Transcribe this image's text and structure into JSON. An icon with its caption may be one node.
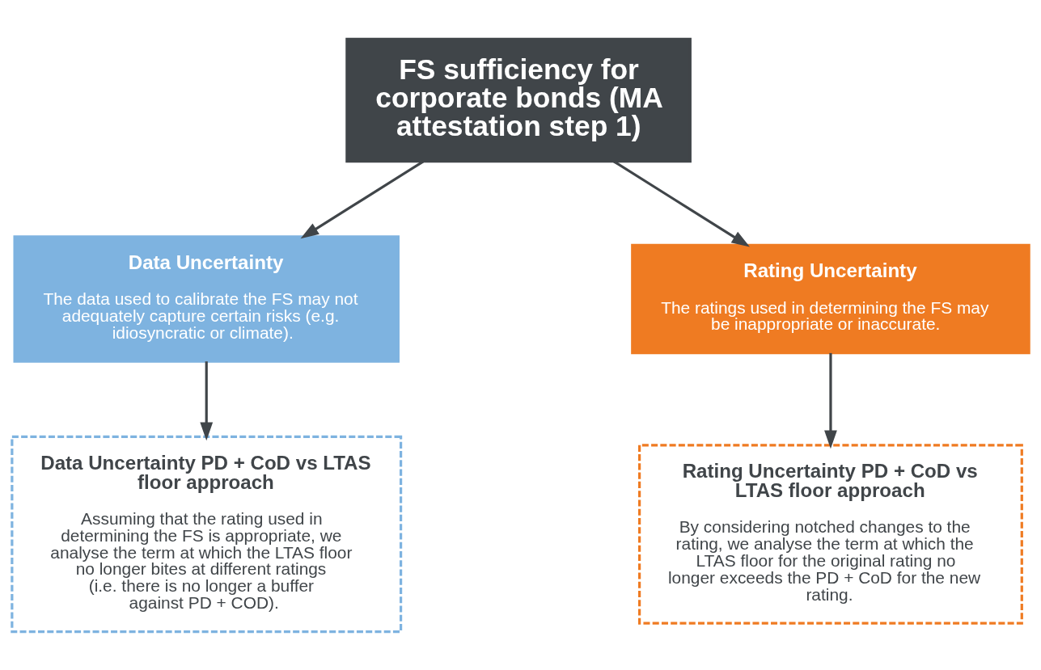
{
  "diagram": {
    "nodes": [
      {
        "text": [
          "FS sufficiency for corporate bonds (MA attestation step 1)"
        ]
      },
      {
        "text": [
          "Data Uncertainty",
          "The data used to calibrate the FS may not adequately capture certain risks (e.g. idiosyncratic or climate)."
        ]
      },
      {
        "text": [
          "Rating Uncertainty",
          "The ratings used in determining the FS may be inappropriate or inaccurate."
        ]
      },
      {
        "text": [
          "Data Uncertainty PD + CoD vs LTAS floor approach",
          "Assuming that the rating used in determining the FS is appropriate, we analyse the term at which the LTAS floor no longer bites at different ratings (i.e. there is no longer a buffer against PD + COD)."
        ]
      },
      {
        "text": [
          "Rating Uncertainty PD + CoD vs LTAS floor approach",
          "By considering notched changes to the rating, we analyse the term at which the LTAS floor for the original rating no longer exceeds the PD + CoD for the new rating."
        ]
      }
    ],
    "edges": [
      {
        "from": 0,
        "to": 1,
        "arrow": "to"
      },
      {
        "from": 0,
        "to": 2,
        "arrow": "to"
      },
      {
        "from": 1,
        "to": 3,
        "arrow": "to"
      },
      {
        "from": 2,
        "to": 4,
        "arrow": "to"
      }
    ]
  }
}
